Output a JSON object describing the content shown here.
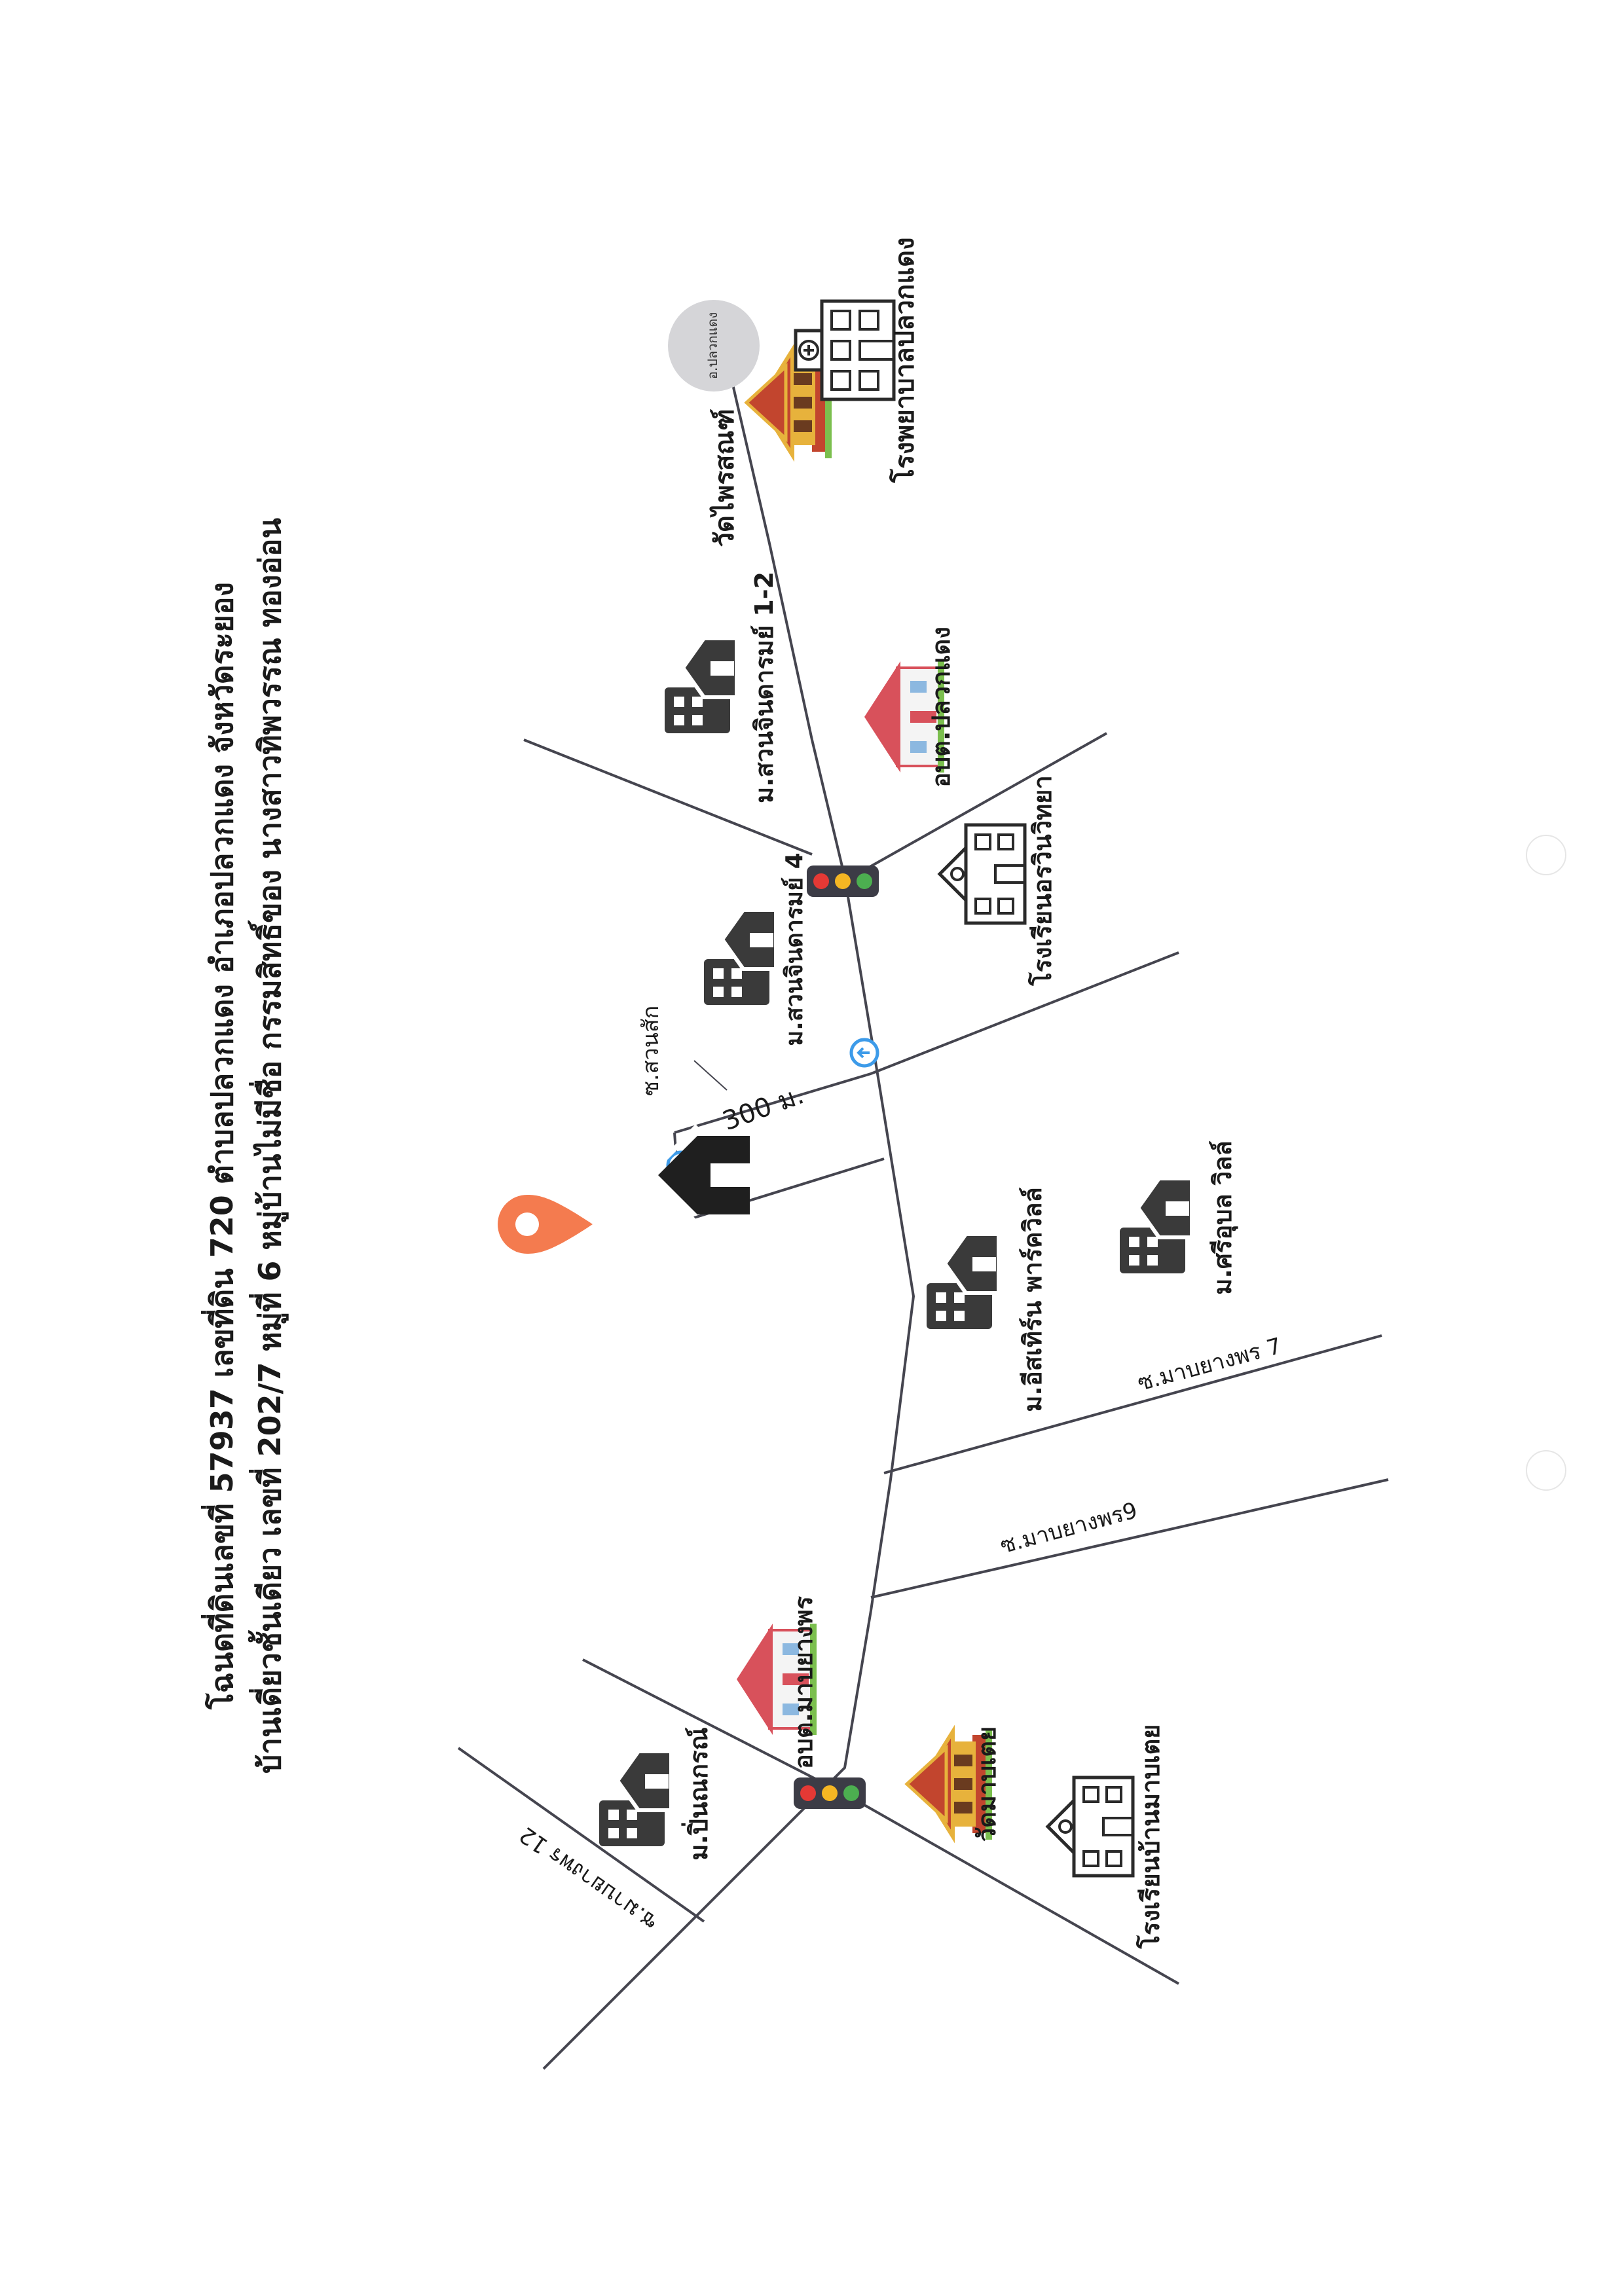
{
  "title": {
    "line1": "โฉนดที่ดินเลขที่ 57937 เลขที่ดิน 720 ตำบลปลวกแดง อำเภอปลวกแดง จังหวัดระยอง",
    "line2": "บ้านเดี่ยวชั้นเดียว เลขที่ 202/7 หมู่ที่ 6 หมู่บ้านไม่มีชื่อ กรรมสิทธิ์ของ นางสาวทิพวรรณ  ทองอ่อน"
  },
  "distance_label": "300 ม.",
  "circle_label": "อ.ปลวกแดง",
  "roads": {
    "suan_sak": "ซ.สวนสัก",
    "maboyang_7": "ซ.มาบยางพร 7",
    "maboyang_9": "ซ.มาบยางพร9",
    "maboyang_12": "ซ.มาบยางพร 12"
  },
  "places": [
    {
      "key": "wat_phai",
      "label": "วัดไพรสณฑ์",
      "icon": "temple-icon"
    },
    {
      "key": "hospital",
      "label": "โรงพยาบาลปลวกแดง",
      "icon": "hospital-icon"
    },
    {
      "key": "suan_jinda_12",
      "label": "ม.สวนจินดารมย์ 1-2",
      "icon": "building-icon"
    },
    {
      "key": "obt_pluak",
      "label": "อบต.ปลวกแดง",
      "icon": "government-building-icon"
    },
    {
      "key": "school_win",
      "label": "โรงเรียนอรวินวิทยา",
      "icon": "school-icon"
    },
    {
      "key": "suan_jinda_4",
      "label": "ม.สวนจินดารมย์ 4",
      "icon": "building-icon"
    },
    {
      "key": "eastern_park",
      "label": "ม.อีสเทิร์น พาร์ควิลล์",
      "icon": "building-icon"
    },
    {
      "key": "sri_ubol",
      "label": "ม.ศรีอุบล วิลล์",
      "icon": "building-icon"
    },
    {
      "key": "obt_mab",
      "label": "อบต.มาบยางพร",
      "icon": "government-building-icon"
    },
    {
      "key": "pinthong",
      "label": "ม.ปิ่นณกรณ์",
      "icon": "building-icon"
    },
    {
      "key": "wat_mab",
      "label": "วัดมาบเตย",
      "icon": "temple-icon"
    },
    {
      "key": "school_mab",
      "label": "โรงเรียนบ้านมาบเตย",
      "icon": "school-icon"
    }
  ],
  "icons": {
    "property": "house-icon",
    "pin": "location-pin-icon",
    "traffic": "traffic-light-icon",
    "direction": "direction-arrow-icon"
  },
  "colors": {
    "road": "#45454f",
    "building": "#3a3a3a",
    "pin": "#f47b4f",
    "arrow_marker": "#3d9be9",
    "circle": "#d5d5d8",
    "temple_gold": "#e7b23c",
    "temple_red": "#c2452e",
    "gov_red": "#d8515b",
    "traffic_red": "#e53935",
    "traffic_amber": "#f5b623",
    "traffic_green": "#4caf50"
  }
}
